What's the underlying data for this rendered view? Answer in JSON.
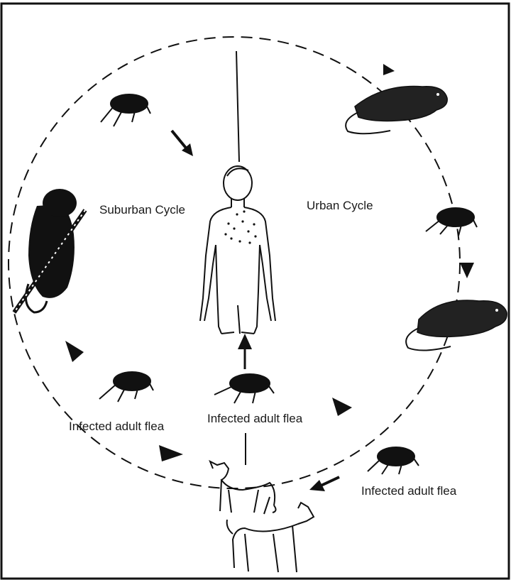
{
  "labels": {
    "suburban_cycle": "Suburban Cycle",
    "urban_cycle": "Urban Cycle",
    "flea_left": "Infected adult flea",
    "flea_center": "Infected adult flea",
    "flea_right": "Infected adult flea"
  },
  "icons": {
    "human": "human-figure-icon",
    "rat": "rat-icon",
    "flea": "flea-icon",
    "squirrel": "squirrel-icon",
    "cat": "cat-icon",
    "dog": "dog-icon"
  },
  "colors": {
    "ink": "#111111",
    "background": "#ffffff"
  }
}
